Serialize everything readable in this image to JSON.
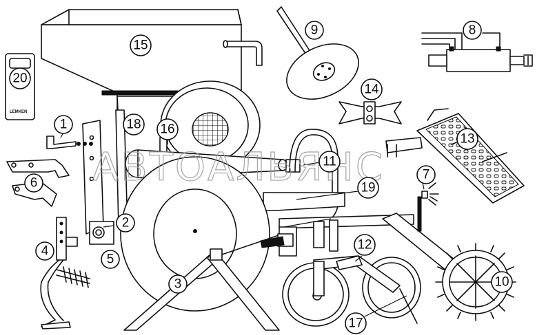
{
  "watermark": "АВТОАЛЬЯНС",
  "brand_label": "LEMKEN",
  "callouts": [
    {
      "id": "1",
      "label": "1"
    },
    {
      "id": "2",
      "label": "2"
    },
    {
      "id": "3",
      "label": "3"
    },
    {
      "id": "4",
      "label": "4"
    },
    {
      "id": "5",
      "label": "5"
    },
    {
      "id": "6",
      "label": "6"
    },
    {
      "id": "7",
      "label": "7"
    },
    {
      "id": "8",
      "label": "8"
    },
    {
      "id": "9",
      "label": "9"
    },
    {
      "id": "10",
      "label": "10"
    },
    {
      "id": "11",
      "label": "11"
    },
    {
      "id": "12",
      "label": "12"
    },
    {
      "id": "13",
      "label": "13"
    },
    {
      "id": "14",
      "label": "14"
    },
    {
      "id": "15",
      "label": "15"
    },
    {
      "id": "16",
      "label": "16"
    },
    {
      "id": "17",
      "label": "17"
    },
    {
      "id": "18",
      "label": "18"
    },
    {
      "id": "19",
      "label": "19"
    },
    {
      "id": "20",
      "label": "20"
    }
  ]
}
